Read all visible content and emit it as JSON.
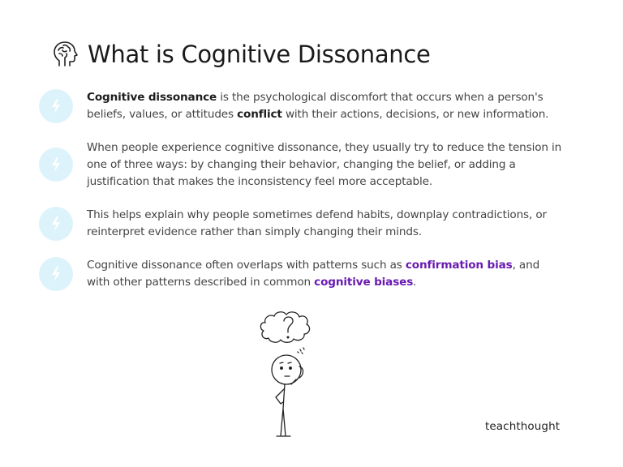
{
  "header": {
    "icon": "brain-head-icon",
    "title": "What is Cognitive Dissonance"
  },
  "items": [
    {
      "icon": "lightning-bolt-icon",
      "segments": [
        {
          "text": "Cognitive dissonance",
          "style": "bold"
        },
        {
          "text": " is the psychological discomfort that occurs when a person's beliefs, values, or attitudes ",
          "style": "normal"
        },
        {
          "text": "conflict",
          "style": "bold"
        },
        {
          "text": " with their actions, decisions, or new information.",
          "style": "normal"
        }
      ]
    },
    {
      "icon": "lightning-bolt-icon",
      "text": "When people experience cognitive dissonance, they usually try to reduce the tension in one of three ways: by changing their behavior, changing the belief, or adding a justification that makes the inconsistency feel more acceptable."
    },
    {
      "icon": "lightning-bolt-icon",
      "text": "This helps explain why people sometimes defend habits, downplay contradictions, or reinterpret evidence rather than simply changing their minds."
    },
    {
      "icon": "lightning-bolt-icon",
      "segments": [
        {
          "text": "Cognitive dissonance often overlaps with patterns such as ",
          "style": "normal"
        },
        {
          "text": "confirmation bias",
          "style": "link"
        },
        {
          "text": ", and with other patterns described in common ",
          "style": "normal"
        },
        {
          "text": "cognitive biases",
          "style": "link"
        },
        {
          "text": ".",
          "style": "normal"
        }
      ]
    }
  ],
  "illustration": {
    "icon": "confused-stick-figure-icon",
    "thought_symbol": "?"
  },
  "brand": "teachthought",
  "colors": {
    "bubble": "#ddf3fb",
    "link": "#6a1bb2",
    "title": "#1a1a1a",
    "body": "#444444"
  }
}
